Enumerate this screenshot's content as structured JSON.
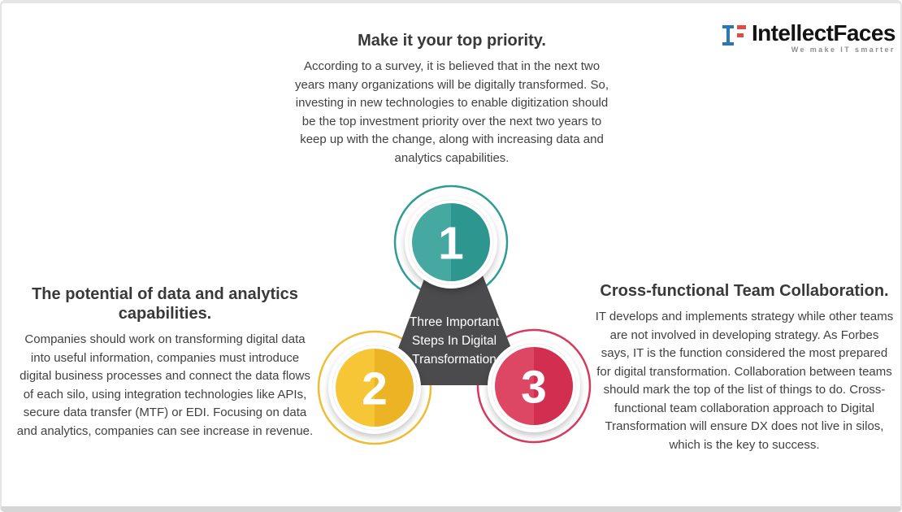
{
  "logo": {
    "brand": "IntellectFaces",
    "tagline": "We make IT smarter",
    "monogram_i_color": "#2878b5",
    "monogram_f_color": "#e14b42"
  },
  "sections": {
    "top": {
      "title": "Make it your top priority.",
      "body": "According to a survey, it is believed that in the next two years many organizations will be digitally transformed. So, investing in new technologies to enable digitization should be the top investment priority over the next two years to keep up with the change, along with increasing data and analytics capabilities."
    },
    "left": {
      "title": "The potential of data and analytics capabilities.",
      "body": "Companies should work on transforming digital data into useful information, companies must introduce digital business processes and connect the data flows of each silo, using integration technologies like APIs, secure data transfer (MTF) or EDI. Focusing on data and analytics, companies can see increase in revenue."
    },
    "right": {
      "title": "Cross-functional Team Collaboration.",
      "body": "IT develops and implements strategy while other teams are not involved in developing strategy. As Forbes says, IT is the function considered the most prepared for digital transformation. Collaboration between teams should mark the top of the list of things to do. Cross-functional team collaboration approach to Digital Transformation will ensure DX does not live in silos, which is the key to success."
    }
  },
  "diagram": {
    "center_label_lines": [
      "Three Important",
      "Steps In Digital",
      "Transformation"
    ],
    "triangle_color": "#4b4b4d",
    "steps": [
      {
        "number": "1",
        "ring": "#2f9c94",
        "color_left": "#45a8a1",
        "color_right": "#2d968f"
      },
      {
        "number": "2",
        "ring": "#eebd35",
        "color_left": "#f6c636",
        "color_right": "#ecb424"
      },
      {
        "number": "3",
        "ring": "#d53a5c",
        "color_left": "#dd4763",
        "color_right": "#d22e50"
      }
    ]
  }
}
